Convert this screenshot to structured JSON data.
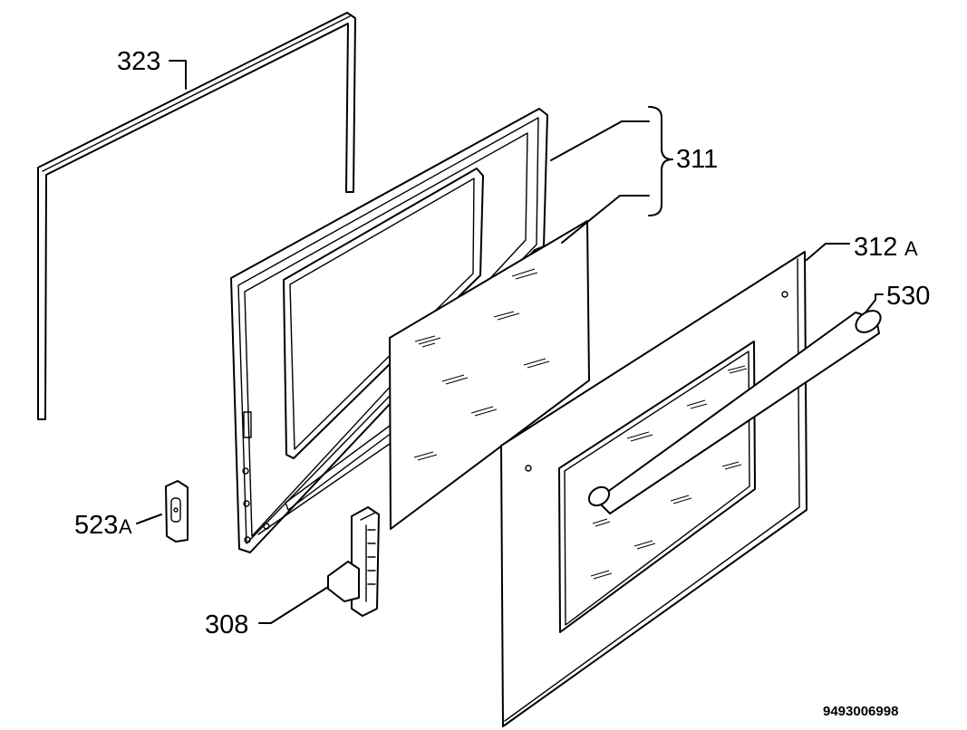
{
  "labels": {
    "gasket": "323",
    "glass_set": "311",
    "outer_panel": "312",
    "outer_panel_suffix": "A",
    "handle": "530",
    "side_clip": "523",
    "side_clip_suffix": "A",
    "hinge": "308"
  },
  "document_number": "9493006998"
}
